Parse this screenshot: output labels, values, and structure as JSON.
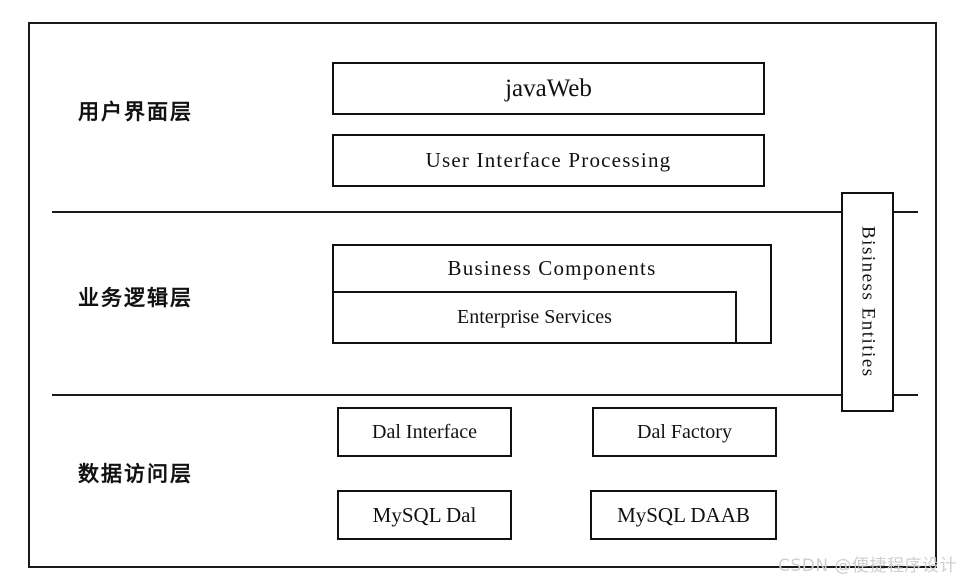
{
  "diagram": {
    "title": "Three-Tier Architecture Layer Diagram",
    "frame_color": "#1a1a1a",
    "box_border_color": "#111111",
    "background_color": "#ffffff",
    "layers": [
      {
        "id": "presentation",
        "label": "用户界面层",
        "boxes": [
          {
            "id": "javaweb",
            "label": "javaWeb"
          },
          {
            "id": "user-interface-processing",
            "label": "User  Interface  Processing"
          }
        ]
      },
      {
        "id": "business-logic",
        "label": "业务逻辑层",
        "boxes": [
          {
            "id": "business-components",
            "label": "Business   Components"
          },
          {
            "id": "enterprise-services",
            "label": "Enterprise Services"
          }
        ]
      },
      {
        "id": "data-access",
        "label": "数据访问层",
        "boxes": [
          {
            "id": "dal-interface",
            "label": "Dal Interface"
          },
          {
            "id": "dal-factory",
            "label": "Dal Factory"
          },
          {
            "id": "mysql-dal",
            "label": "MySQL Dal"
          },
          {
            "id": "mysql-daab",
            "label": "MySQL DAAB"
          }
        ]
      }
    ],
    "side_bar": {
      "id": "bisiness-entities",
      "label": "Bisiness  Entities",
      "orientation": "vertical"
    }
  },
  "watermark": {
    "text": "CSDN @便捷程序设计",
    "color": "#cfcfcf"
  }
}
